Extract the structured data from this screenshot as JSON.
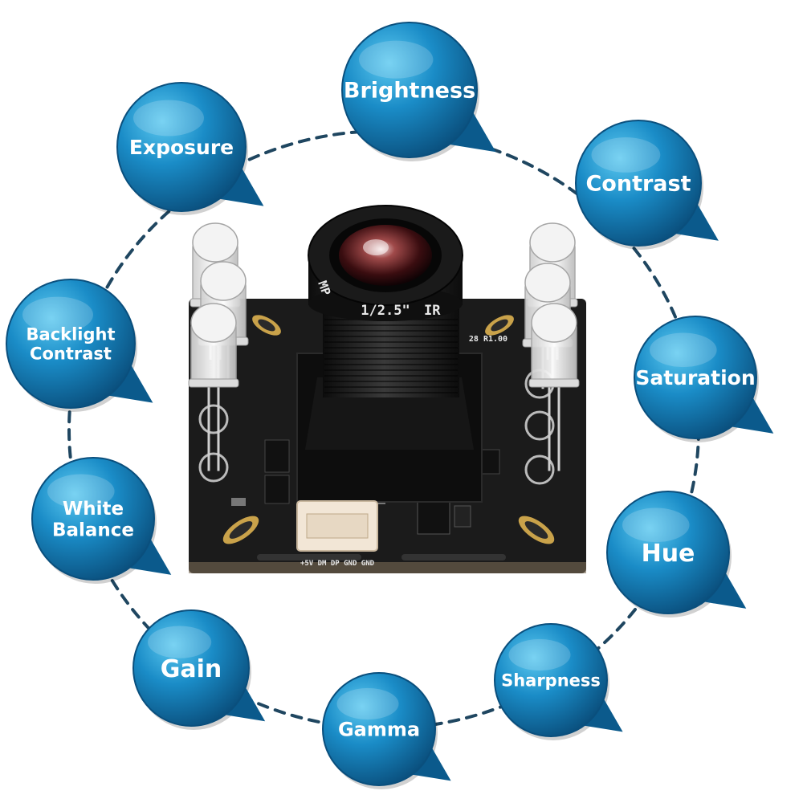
{
  "image_description_free": true,
  "colors": {
    "bubble_dark": "#0b5a8c",
    "bubble_mid": "#1a8cc7",
    "bubble_light": "#4cc0ec",
    "dash": "#1f4660",
    "pcb": "#1b1b1b",
    "pad_gold": "#c9a24a"
  },
  "features": [
    {
      "id": "brightness",
      "lines": [
        "Brightness"
      ]
    },
    {
      "id": "contrast",
      "lines": [
        "Contrast"
      ]
    },
    {
      "id": "saturation",
      "lines": [
        "Saturation"
      ]
    },
    {
      "id": "hue",
      "lines": [
        "Hue"
      ]
    },
    {
      "id": "sharpness",
      "lines": [
        "Sharpness"
      ]
    },
    {
      "id": "gamma",
      "lines": [
        "Gamma"
      ]
    },
    {
      "id": "gain",
      "lines": [
        "Gain"
      ]
    },
    {
      "id": "white-balance",
      "lines": [
        "White",
        "Balance"
      ]
    },
    {
      "id": "backlight-contrast",
      "lines": [
        "Backlight",
        "Contrast"
      ]
    },
    {
      "id": "exposure",
      "lines": [
        "Exposure"
      ]
    }
  ],
  "camera": {
    "lens_marking_left": "MP",
    "lens_marking_center": "1/2.5\"",
    "lens_marking_right": "IR",
    "board_marking": "28 R1.00",
    "connector_pins": "+5V DM DP GND GND"
  }
}
